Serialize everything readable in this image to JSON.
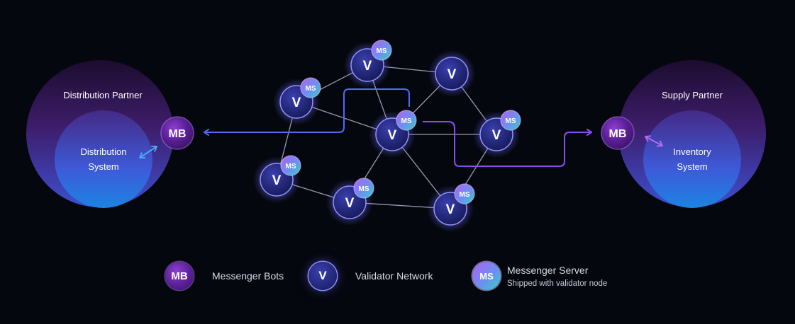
{
  "partners": {
    "distribution": {
      "title": "Distribution Partner",
      "system_line1": "Distribution",
      "system_line2": "System",
      "bot_label": "MB"
    },
    "supply": {
      "title": "Supply Partner",
      "system_line1": "Inventory",
      "system_line2": "System",
      "bot_label": "MB"
    }
  },
  "network": {
    "node_label": "V",
    "server_label": "MS"
  },
  "legend": {
    "bots": {
      "badge": "MB",
      "label": "Messenger Bots"
    },
    "validators": {
      "badge": "V",
      "label": "Validator Network"
    },
    "server": {
      "badge": "MS",
      "label": "Messenger Server",
      "sublabel": "Shipped with validator node"
    }
  },
  "colors": {
    "background": "#05070f",
    "blue_arrow": "#4f6cf5",
    "purple_arrow": "#8a4ef0",
    "edge": "#c9cbe8"
  }
}
